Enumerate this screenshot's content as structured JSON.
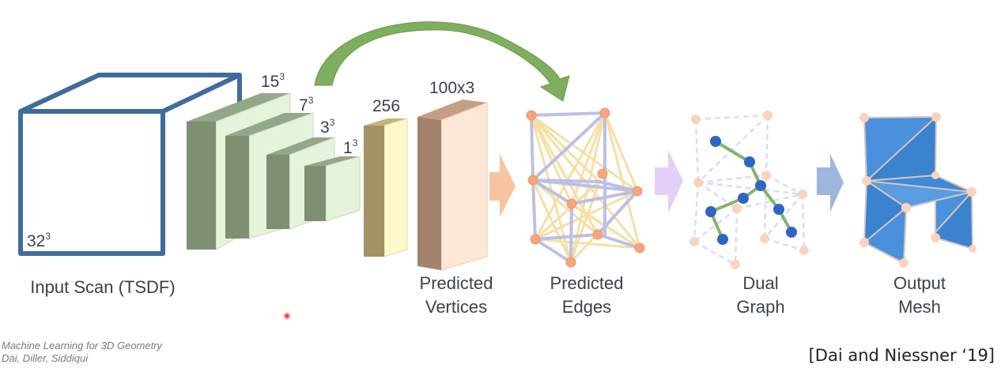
{
  "diagram": {
    "stages": [
      {
        "id": "input",
        "label": "Input Scan (TSDF)"
      },
      {
        "id": "vertices",
        "label_line1": "Predicted",
        "label_line2": "Vertices"
      },
      {
        "id": "edges",
        "label_line1": "Predicted",
        "label_line2": "Edges"
      },
      {
        "id": "dual",
        "label_line1": "Dual",
        "label_line2": "Graph"
      },
      {
        "id": "mesh",
        "label_line1": "Output",
        "label_line2": "Mesh"
      }
    ],
    "dims": {
      "input": {
        "base": "32",
        "exp": "3"
      },
      "conv1": {
        "base": "15",
        "exp": "3"
      },
      "conv2": {
        "base": "7",
        "exp": "3"
      },
      "conv3": {
        "base": "3",
        "exp": "3"
      },
      "conv4": {
        "base": "1",
        "exp": "3"
      },
      "fc": "256",
      "vertices": "100x3"
    },
    "colors": {
      "input_cube": "#3f6c9c",
      "conv_dark": "#7e8f72",
      "conv_light": "#e6f3dc",
      "conv_top": "#93a886",
      "fc_dark": "#a39264",
      "fc_light": "#fdf7cc",
      "vert_dark": "#a3826e",
      "vert_light": "#fde8d8",
      "skip_arrow": "#7fae5e",
      "arrow_orange": "#f8c49f",
      "arrow_purple": "#e3d0f6",
      "arrow_blue": "#9db5df",
      "node_orange": "#f7a57b",
      "edge_yellow": "#f6dea0",
      "edge_lavender": "#b9bde6",
      "dual_node": "#2e66c6",
      "dual_edge": "#86b36a",
      "mesh_blue": "#3b82cf"
    }
  },
  "footer": {
    "course": "Machine Learning for 3D Geometry",
    "authors": "Dai, Diller, Siddiqui"
  },
  "citation": "[Dai and Niessner ‘19]"
}
